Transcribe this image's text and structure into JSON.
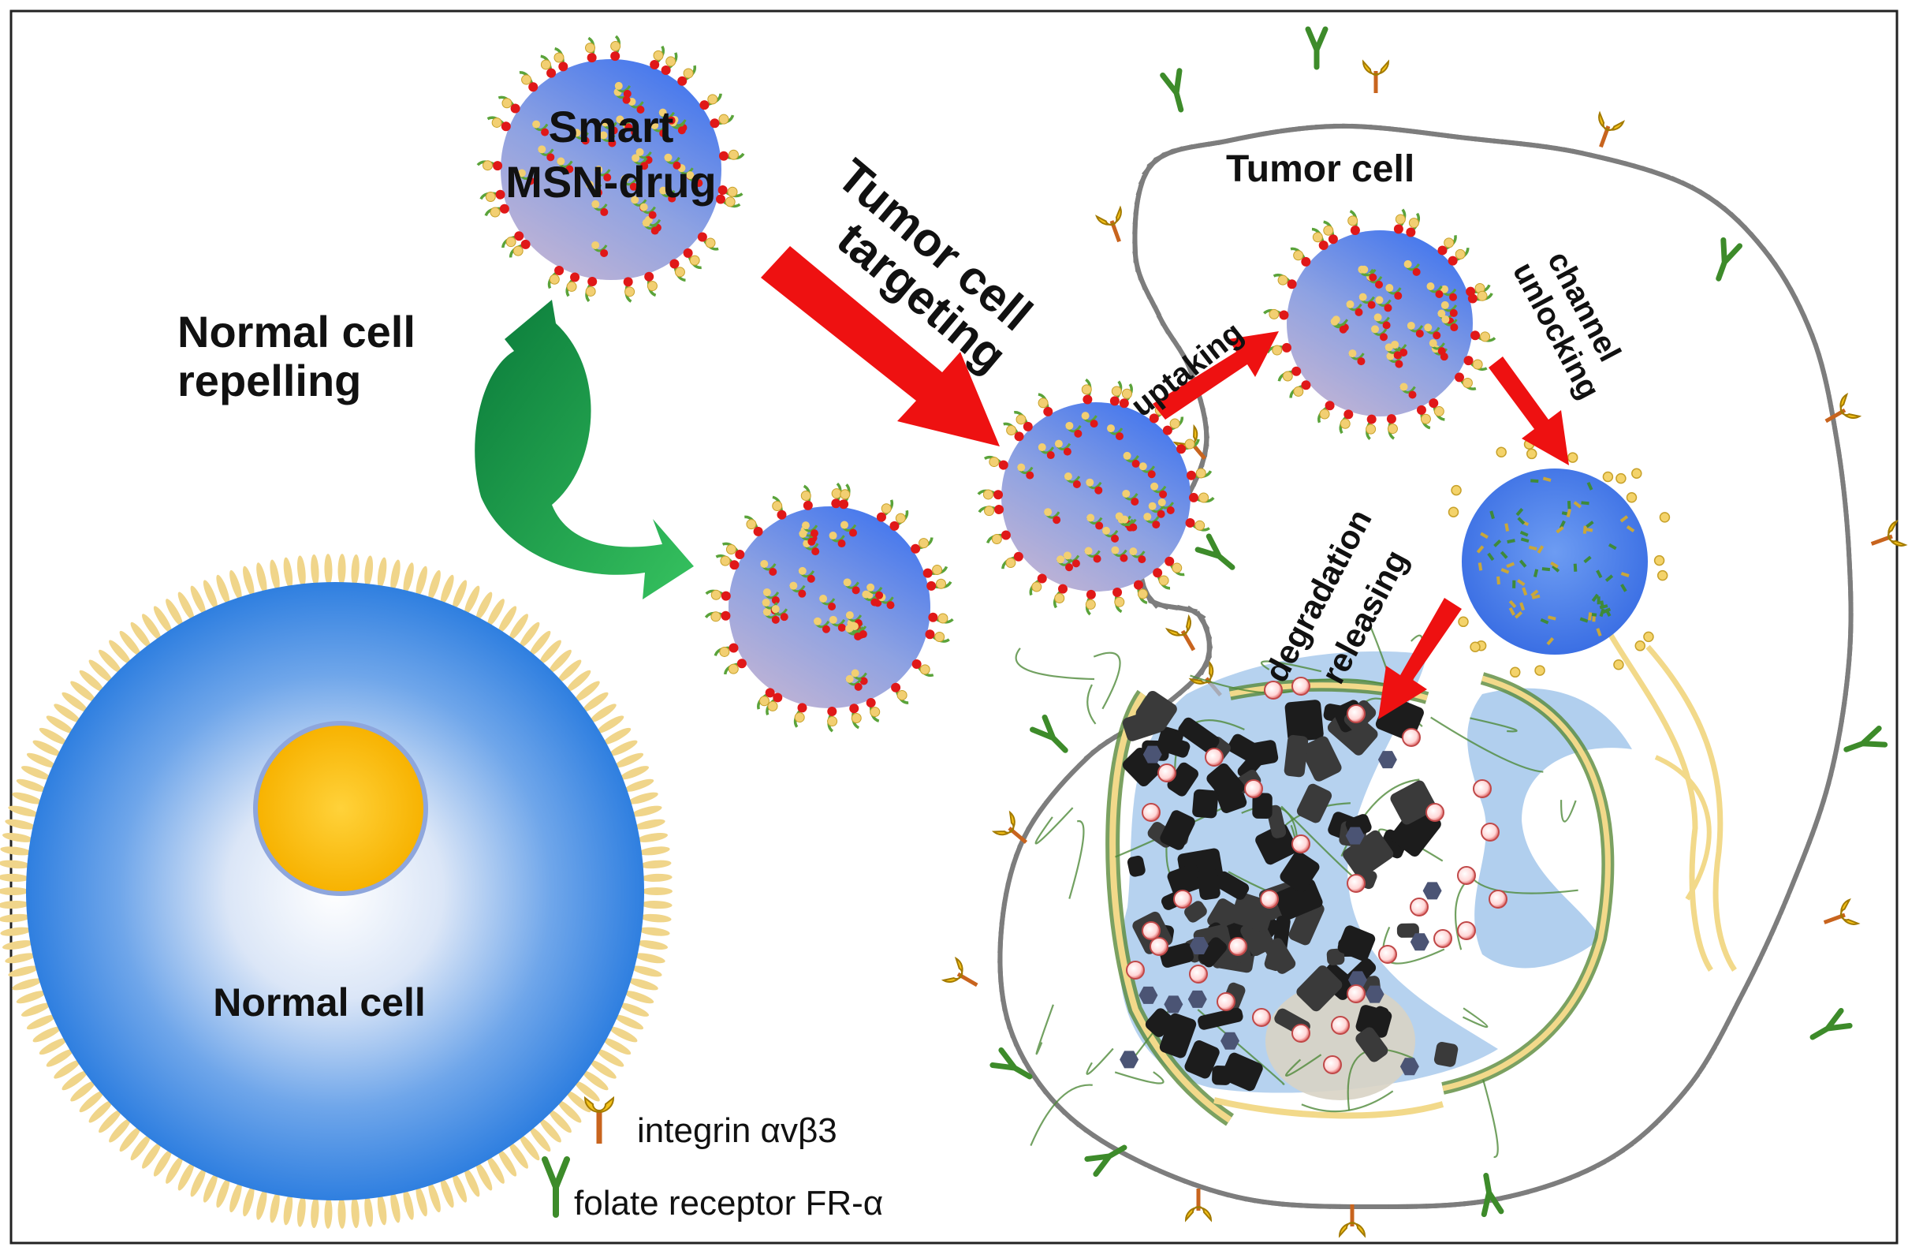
{
  "labels": {
    "smart_line1": "Smart",
    "smart_line2": "MSN-drug",
    "normal_repel_line1": "Normal cell",
    "normal_repel_line2": "repelling",
    "targeting_line1": "Tumor cell",
    "targeting_line2": "targeting",
    "tumor_cell": "Tumor cell",
    "uptaking": "uptaking",
    "channel_line1": "channel",
    "channel_line2": "unlocking",
    "degradation": "degradation",
    "releasing": "releasing",
    "normal_cell": "Normal cell"
  },
  "legend": {
    "integrin": "integrin αvβ3",
    "folate": "folate receptor FR-α"
  },
  "colors": {
    "red_arrow": "#ee1111",
    "green_arrow_start": "#0a7a3a",
    "green_arrow_end": "#2fbf5a",
    "particle_blue": "#4e7ff0",
    "particle_lilac": "#b9b0d8",
    "normal_cell_blue": "#2f7fe0",
    "nucleus_yellow": "#f7b800",
    "integrin_yellow": "#f4c21a",
    "folate_green": "#3d8b2a",
    "membrane_gray": "#7a7a7a"
  }
}
